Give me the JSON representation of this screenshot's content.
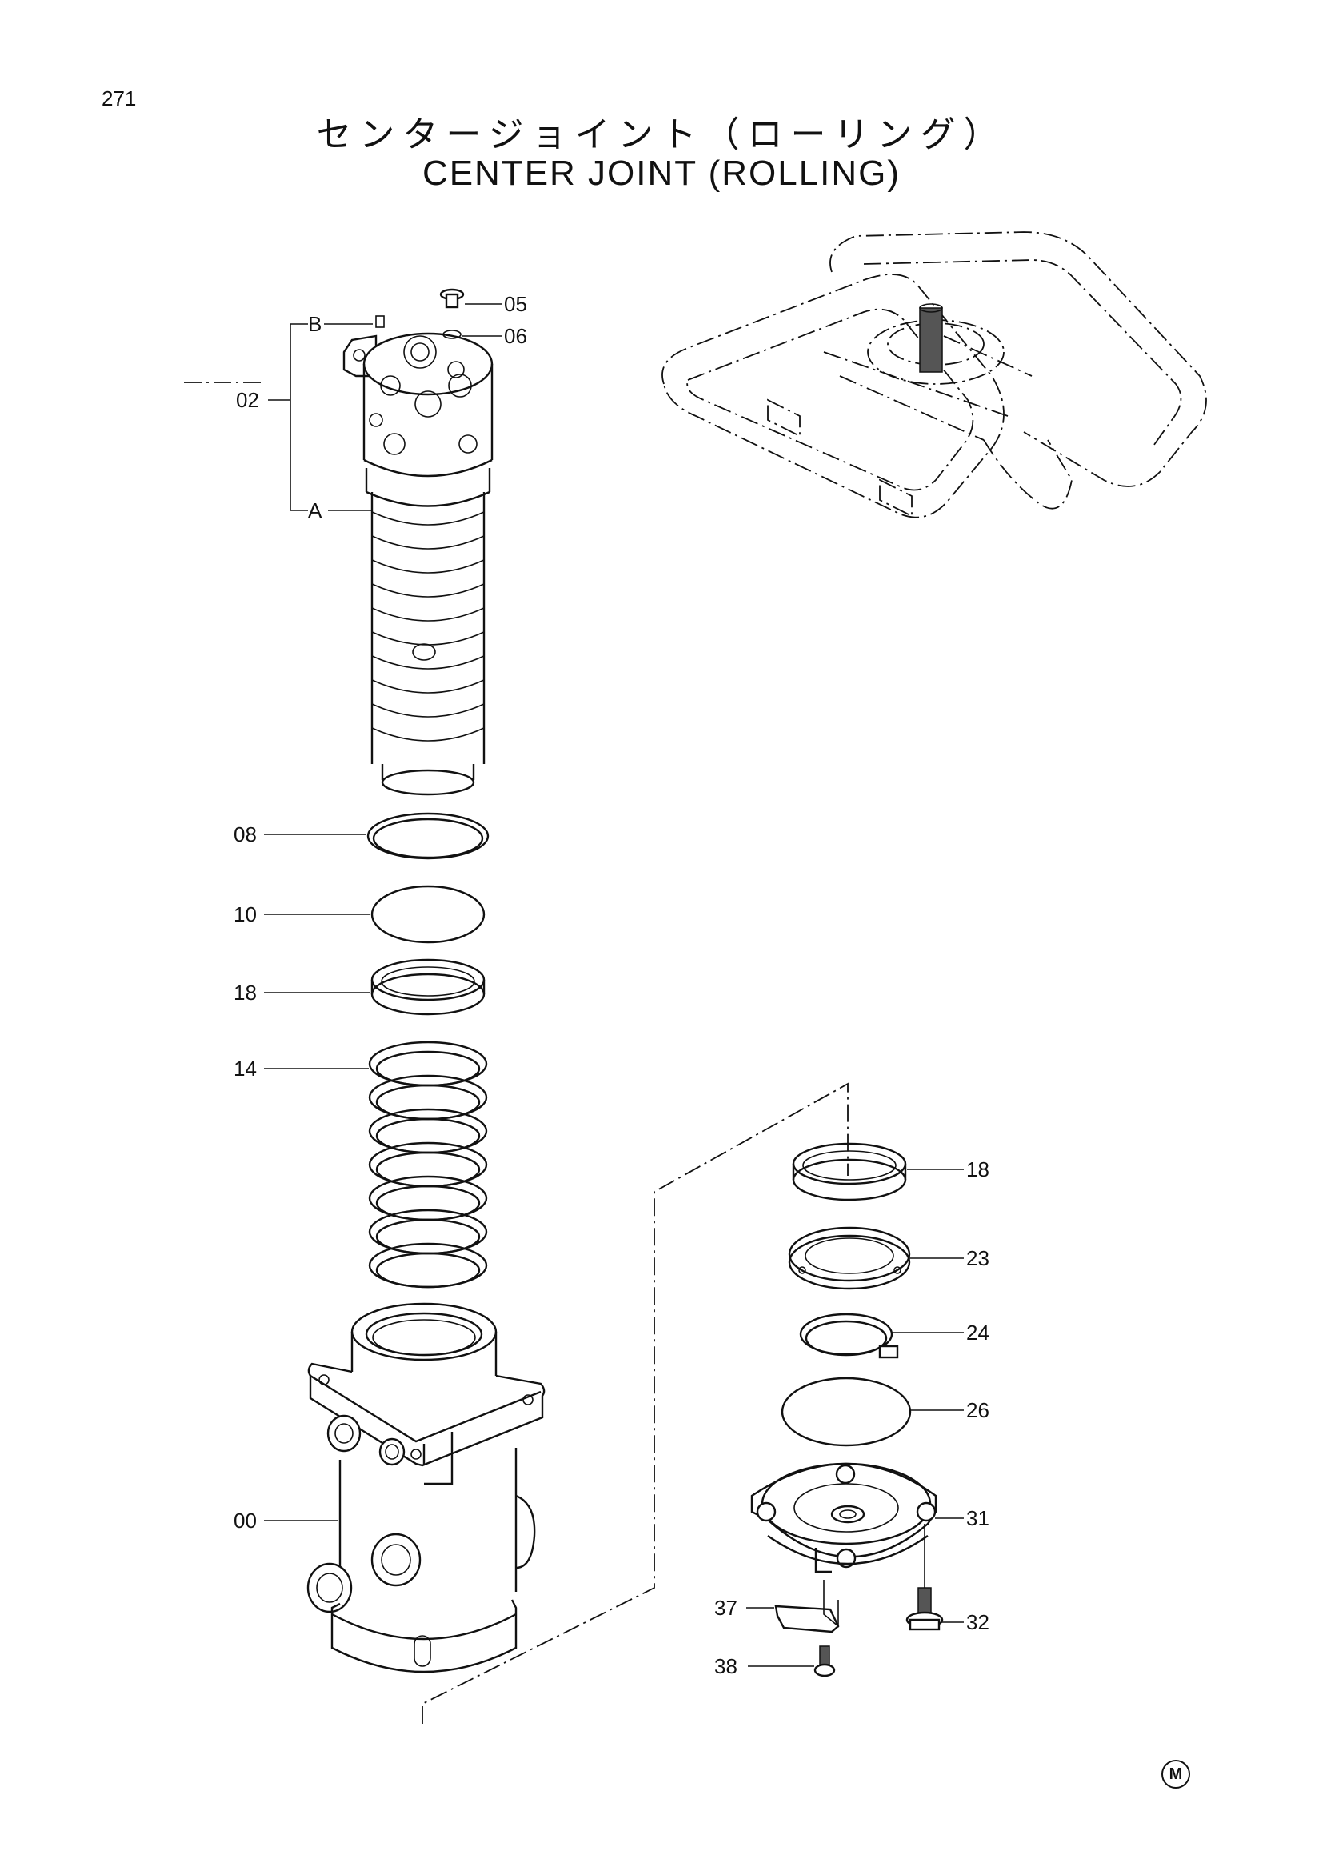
{
  "page_number": "271",
  "title_ja": "センタージョイント（ローリング）",
  "title_en": "CENTER JOINT (ROLLING)",
  "callouts": {
    "c05": "05",
    "c06": "06",
    "cB": "B",
    "c02": "02",
    "cA": "A",
    "c08": "08",
    "c10": "10",
    "c18a": "18",
    "c14": "14",
    "c00": "00",
    "c18b": "18",
    "c23": "23",
    "c24": "24",
    "c26": "26",
    "c31": "31",
    "c37": "37",
    "c32": "32",
    "c38": "38"
  },
  "footer_mark": "M"
}
